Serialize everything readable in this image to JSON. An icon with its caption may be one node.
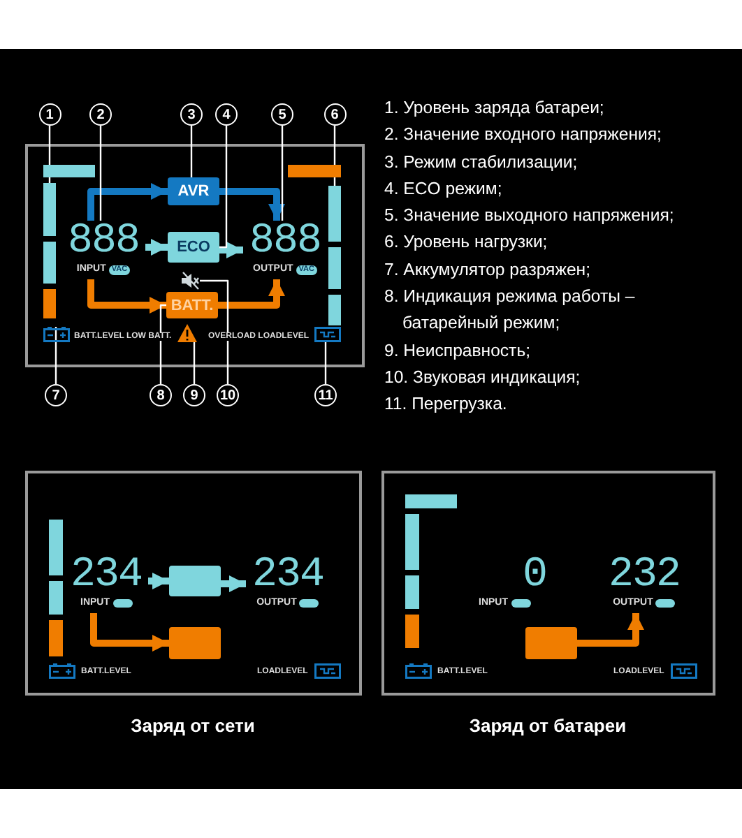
{
  "diagram": {
    "nodes": [
      {
        "text": [],
        "shape": "box"
      },
      {
        "text": [],
        "shape": "bar",
        "in": 0
      },
      {
        "text": [
          "888",
          "VAC"
        ],
        "beside": [
          "INPUT"
        ],
        "in": 0
      },
      {
        "text": [
          "AVR"
        ],
        "in": 0
      },
      {
        "text": [
          "ECO"
        ],
        "in": 0
      },
      {
        "text": [
          "888",
          "VAC"
        ],
        "beside": [
          "OUTPUT"
        ],
        "in": 0
      },
      {
        "text": [],
        "shape": "bar",
        "in": 0
      },
      {
        "text": [],
        "shape": "battery",
        "in": 0
      },
      {
        "text": [
          "BATT."
        ],
        "in": 0
      },
      {
        "text": [],
        "shape": "triangle",
        "in": 0
      },
      {
        "text": [],
        "shape": "speaker",
        "in": 0
      },
      {
        "text": [],
        "shape": "box",
        "in": 0
      },
      {
        "text": [
          "1"
        ]
      },
      {
        "text": [
          "2"
        ]
      },
      {
        "text": [
          "3"
        ]
      },
      {
        "text": [
          "4"
        ]
      },
      {
        "text": [
          "5"
        ]
      },
      {
        "text": [
          "6"
        ]
      },
      {
        "text": [
          "7"
        ]
      },
      {
        "text": [
          "8"
        ]
      },
      {
        "text": [
          "9"
        ]
      },
      {
        "text": [
          "10"
        ]
      },
      {
        "text": [
          "11"
        ]
      },
      {
        "text": [],
        "shape": "box",
        "beside": [
          "Заряд от сети"
        ]
      },
      {
        "text": [
          "234"
        ],
        "beside": [
          "INPUT"
        ],
        "in": 23
      },
      {
        "text": [],
        "shape": "box",
        "in": 23
      },
      {
        "text": [
          "234"
        ],
        "beside": [
          "OUTPUT"
        ],
        "in": 23
      },
      {
        "text": [],
        "shape": "box",
        "in": 23
      },
      {
        "text": [],
        "shape": "box",
        "beside": [
          "Заряд от батареи"
        ]
      },
      {
        "text": [
          "0"
        ],
        "beside": [
          "INPUT"
        ],
        "in": 28
      },
      {
        "text": [
          "232"
        ],
        "beside": [
          "OUTPUT"
        ],
        "in": 28
      },
      {
        "text": [],
        "shape": "box",
        "in": 28
      },
      {
        "text": [],
        "shape": "bar",
        "in": 23
      },
      {
        "text": [],
        "shape": "bar",
        "in": 28
      }
    ],
    "edges": [
      {
        "from": 2,
        "to": 3,
        "arrow": "to",
        "style": "thick",
        "color": "#1479c2"
      },
      {
        "from": 3,
        "to": 5,
        "arrow": "to",
        "style": "thick",
        "color": "#1479c2"
      },
      {
        "from": 2,
        "to": 4,
        "arrow": "to",
        "style": "thick",
        "color": "#7fd6dd"
      },
      {
        "from": 4,
        "to": 5,
        "arrow": "to",
        "style": "thick",
        "color": "#7fd6dd"
      },
      {
        "from": 2,
        "to": 8,
        "arrow": "to",
        "style": "thick",
        "color": "#f07d00"
      },
      {
        "from": 8,
        "to": 5,
        "arrow": "to",
        "style": "thick",
        "color": "#f07d00"
      },
      {
        "from": 12,
        "to": 1,
        "arrow": "none",
        "color": "#ffffff"
      },
      {
        "from": 13,
        "to": 2,
        "arrow": "none",
        "color": "#ffffff"
      },
      {
        "from": 14,
        "to": 3,
        "arrow": "none",
        "color": "#ffffff"
      },
      {
        "from": 15,
        "to": 4,
        "arrow": "none",
        "color": "#ffffff"
      },
      {
        "from": 16,
        "to": 5,
        "arrow": "none",
        "color": "#ffffff"
      },
      {
        "from": 17,
        "to": 6,
        "arrow": "none",
        "color": "#ffffff"
      },
      {
        "from": 18,
        "to": 7,
        "arrow": "none",
        "color": "#ffffff"
      },
      {
        "from": 19,
        "to": 8,
        "arrow": "none",
        "color": "#ffffff"
      },
      {
        "from": 20,
        "to": 9,
        "arrow": "none",
        "color": "#ffffff"
      },
      {
        "from": 21,
        "to": 10,
        "arrow": "none",
        "color": "#ffffff"
      },
      {
        "from": 22,
        "to": 11,
        "arrow": "none",
        "color": "#ffffff"
      },
      {
        "from": 24,
        "to": 25,
        "arrow": "to",
        "style": "thick",
        "color": "#7fd6dd"
      },
      {
        "from": 25,
        "to": 26,
        "arrow": "to",
        "style": "thick",
        "color": "#7fd6dd"
      },
      {
        "from": 24,
        "to": 27,
        "arrow": "to",
        "style": "thick",
        "color": "#f07d00"
      },
      {
        "from": 31,
        "to": 30,
        "arrow": "to",
        "style": "thick",
        "color": "#f07d00"
      }
    ],
    "labels": [
      "BATT.LEVEL LOW BATT.",
      "OVERLOAD LOADLEVEL",
      "1. Уровень заряда батареи;",
      "2. Значение входного напряжения;",
      "3. Режим стабилизации;",
      "4. ECO режим;",
      "5. Значение выходного напряжения;",
      "6. Уровень нагрузки;",
      "7. Аккумулятор разряжен;",
      "8. Индикация режима работы – батарейный режим;",
      "9. Неисправность;",
      "10. Звуковая индикация;",
      "11. Перегрузка.",
      "BATT.LEVEL",
      "LOADLEVEL",
      "BATT.LEVEL",
      "LOADLEVEL"
    ]
  }
}
